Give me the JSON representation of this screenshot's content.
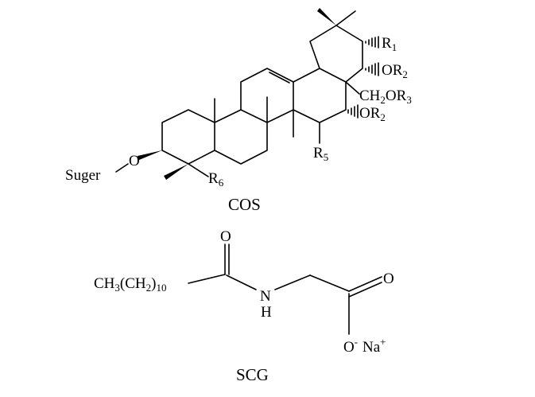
{
  "colors": {
    "bond": "#000000",
    "oxygen": "#d0202a",
    "nitrogen": "#2f5aa8",
    "text": "#000000"
  },
  "cos": {
    "caption": "COS",
    "sugar_label": "Suger",
    "oxygen": "O",
    "r1": {
      "main": "R",
      "sub": "1"
    },
    "or2_top": {
      "main": "OR",
      "sub": "2"
    },
    "ch2or3": {
      "a": "CH",
      "sub1": "2",
      "b": "OR",
      "sub2": "3"
    },
    "or2_bottom": {
      "main": "OR",
      "sub": "2"
    },
    "r5": {
      "main": "R",
      "sub": "5"
    },
    "r6": {
      "main": "R",
      "sub": "6"
    }
  },
  "scg": {
    "caption": "SCG",
    "chain": {
      "a": "CH",
      "sub1": "3",
      "b": "(CH",
      "sub2": "2",
      "c": ")",
      "sub3": "10"
    },
    "carbonyl_o_1": "O",
    "nitrogen": "N",
    "hydrogen": "H",
    "carbonyl_o_2": "O",
    "oxide": {
      "main": "O",
      "sup": "-"
    },
    "sodium": {
      "main": "Na",
      "sup": "+"
    }
  }
}
